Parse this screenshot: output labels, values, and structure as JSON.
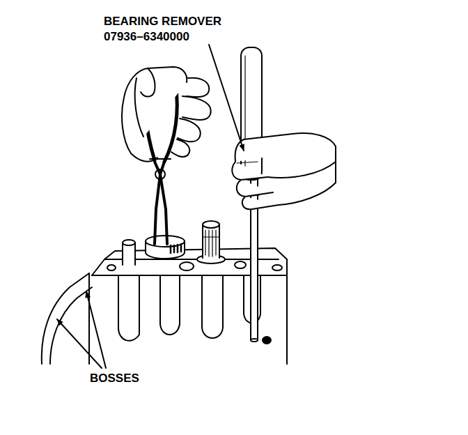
{
  "diagram": {
    "labels": [
      "BEARING REMOVER",
      "07936–6340000",
      "BOSSES"
    ]
  }
}
